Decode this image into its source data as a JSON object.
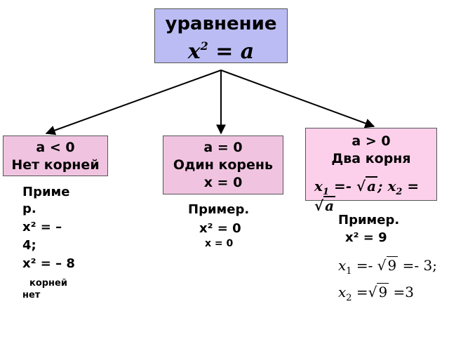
{
  "root": {
    "title": "уравнение",
    "formula_var": "x",
    "formula_exp": "2",
    "formula_rest": " = a"
  },
  "branches": {
    "left": {
      "condition": "a < 0",
      "result": "Нет корней",
      "example_lines": [
        "Приме",
        "р.",
        "x² = –",
        "4;",
        "x² = – 8"
      ],
      "note_line1": "корней",
      "note_line2": "нет"
    },
    "middle": {
      "condition": "a = 0",
      "result": "Один корень",
      "root": "x = 0",
      "example_title": "Пример.",
      "example_eq": "x² = 0",
      "example_answer": "x = 0"
    },
    "right": {
      "condition": "a > 0",
      "result": "Два корня",
      "formula": {
        "x": "x",
        "sub1": "1",
        "sub2": "2",
        "a": "a"
      },
      "example_title": "Пример.",
      "example_eq": "x² = 9",
      "example_root1": {
        "var": "x",
        "sub": "1",
        "radicand": "9",
        "value": "3"
      },
      "example_root2": {
        "var": "x",
        "sub": "2",
        "radicand": "9",
        "value": "3"
      }
    }
  },
  "colors": {
    "root_fill": "#bcbcf4",
    "branch_fill": "#f0c4e0",
    "right_fill": "#fcd0ea"
  }
}
